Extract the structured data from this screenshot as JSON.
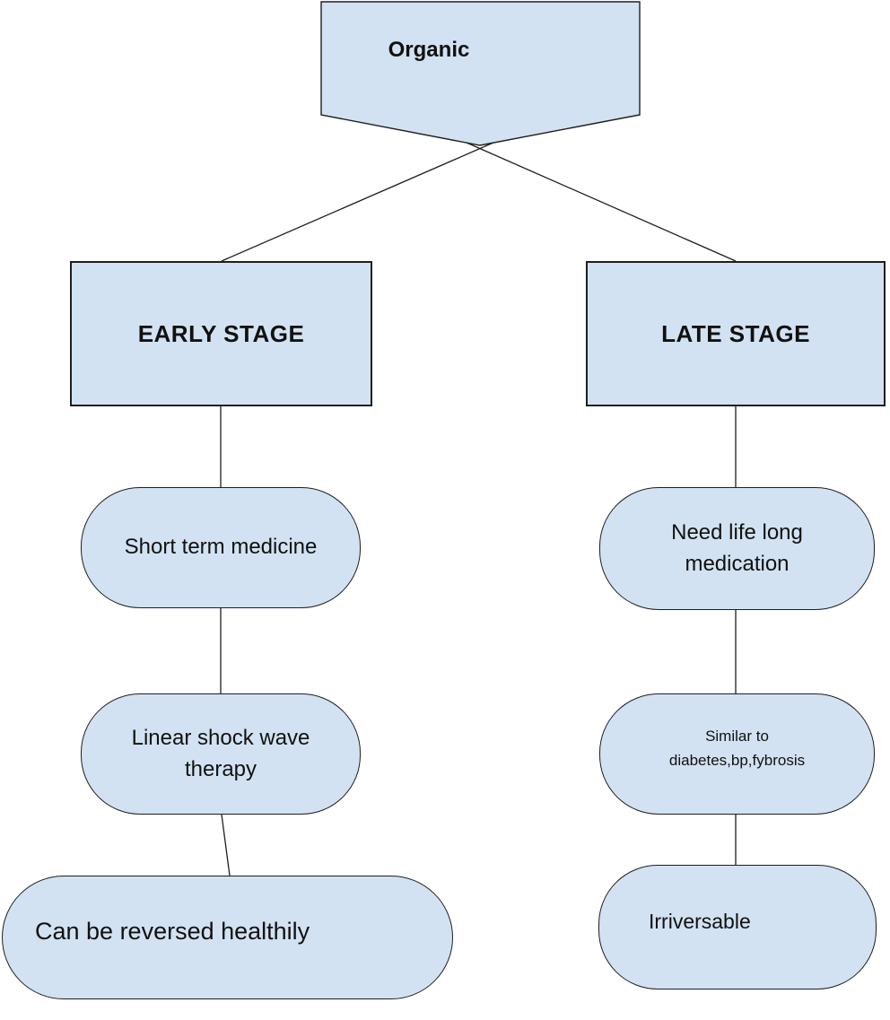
{
  "root_label": "Organic",
  "branches": [
    {
      "stage_label": "EARLY STAGE",
      "steps": [
        "Short term medicine",
        "Linear shock wave therapy",
        "Can be reversed healthily"
      ]
    },
    {
      "stage_label": "LATE STAGE",
      "steps": [
        "Need life long medication",
        "Similar to diabetes,bp,fybrosis",
        "Irriversable"
      ]
    }
  ],
  "colors": {
    "node_fill": "#d2e2f2",
    "node_border": "#1f1f1f",
    "connector": "#1f1f1f",
    "text": "#111111",
    "background": "#ffffff"
  }
}
